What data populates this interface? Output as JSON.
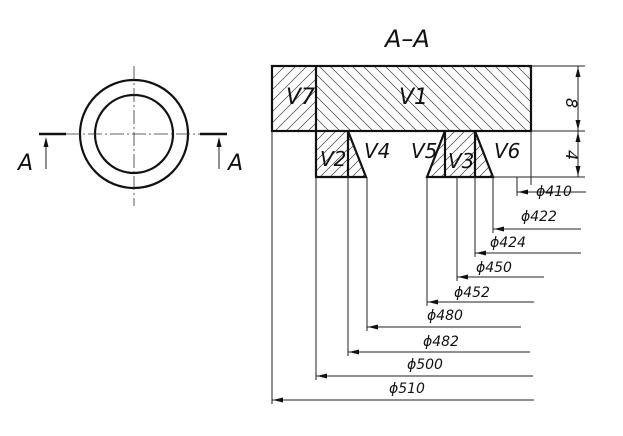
{
  "section_title": "A–A",
  "cut_marks": {
    "left_label": "A",
    "right_label": "A"
  },
  "regions": [
    {
      "id": "V1",
      "label": "V1"
    },
    {
      "id": "V2",
      "label": "V2"
    },
    {
      "id": "V3",
      "label": "V3"
    },
    {
      "id": "V4",
      "label": "V4"
    },
    {
      "id": "V5",
      "label": "V5"
    },
    {
      "id": "V6",
      "label": "V6"
    },
    {
      "id": "V7",
      "label": "V7"
    }
  ],
  "height_dimensions": [
    {
      "label": "8"
    },
    {
      "label": "4"
    }
  ],
  "diameter_dimensions": [
    {
      "label": "ϕ410"
    },
    {
      "label": "ϕ422"
    },
    {
      "label": "ϕ424"
    },
    {
      "label": "ϕ450"
    },
    {
      "label": "ϕ452"
    },
    {
      "label": "ϕ480"
    },
    {
      "label": "ϕ482"
    },
    {
      "label": "ϕ500"
    },
    {
      "label": "ϕ510"
    }
  ]
}
